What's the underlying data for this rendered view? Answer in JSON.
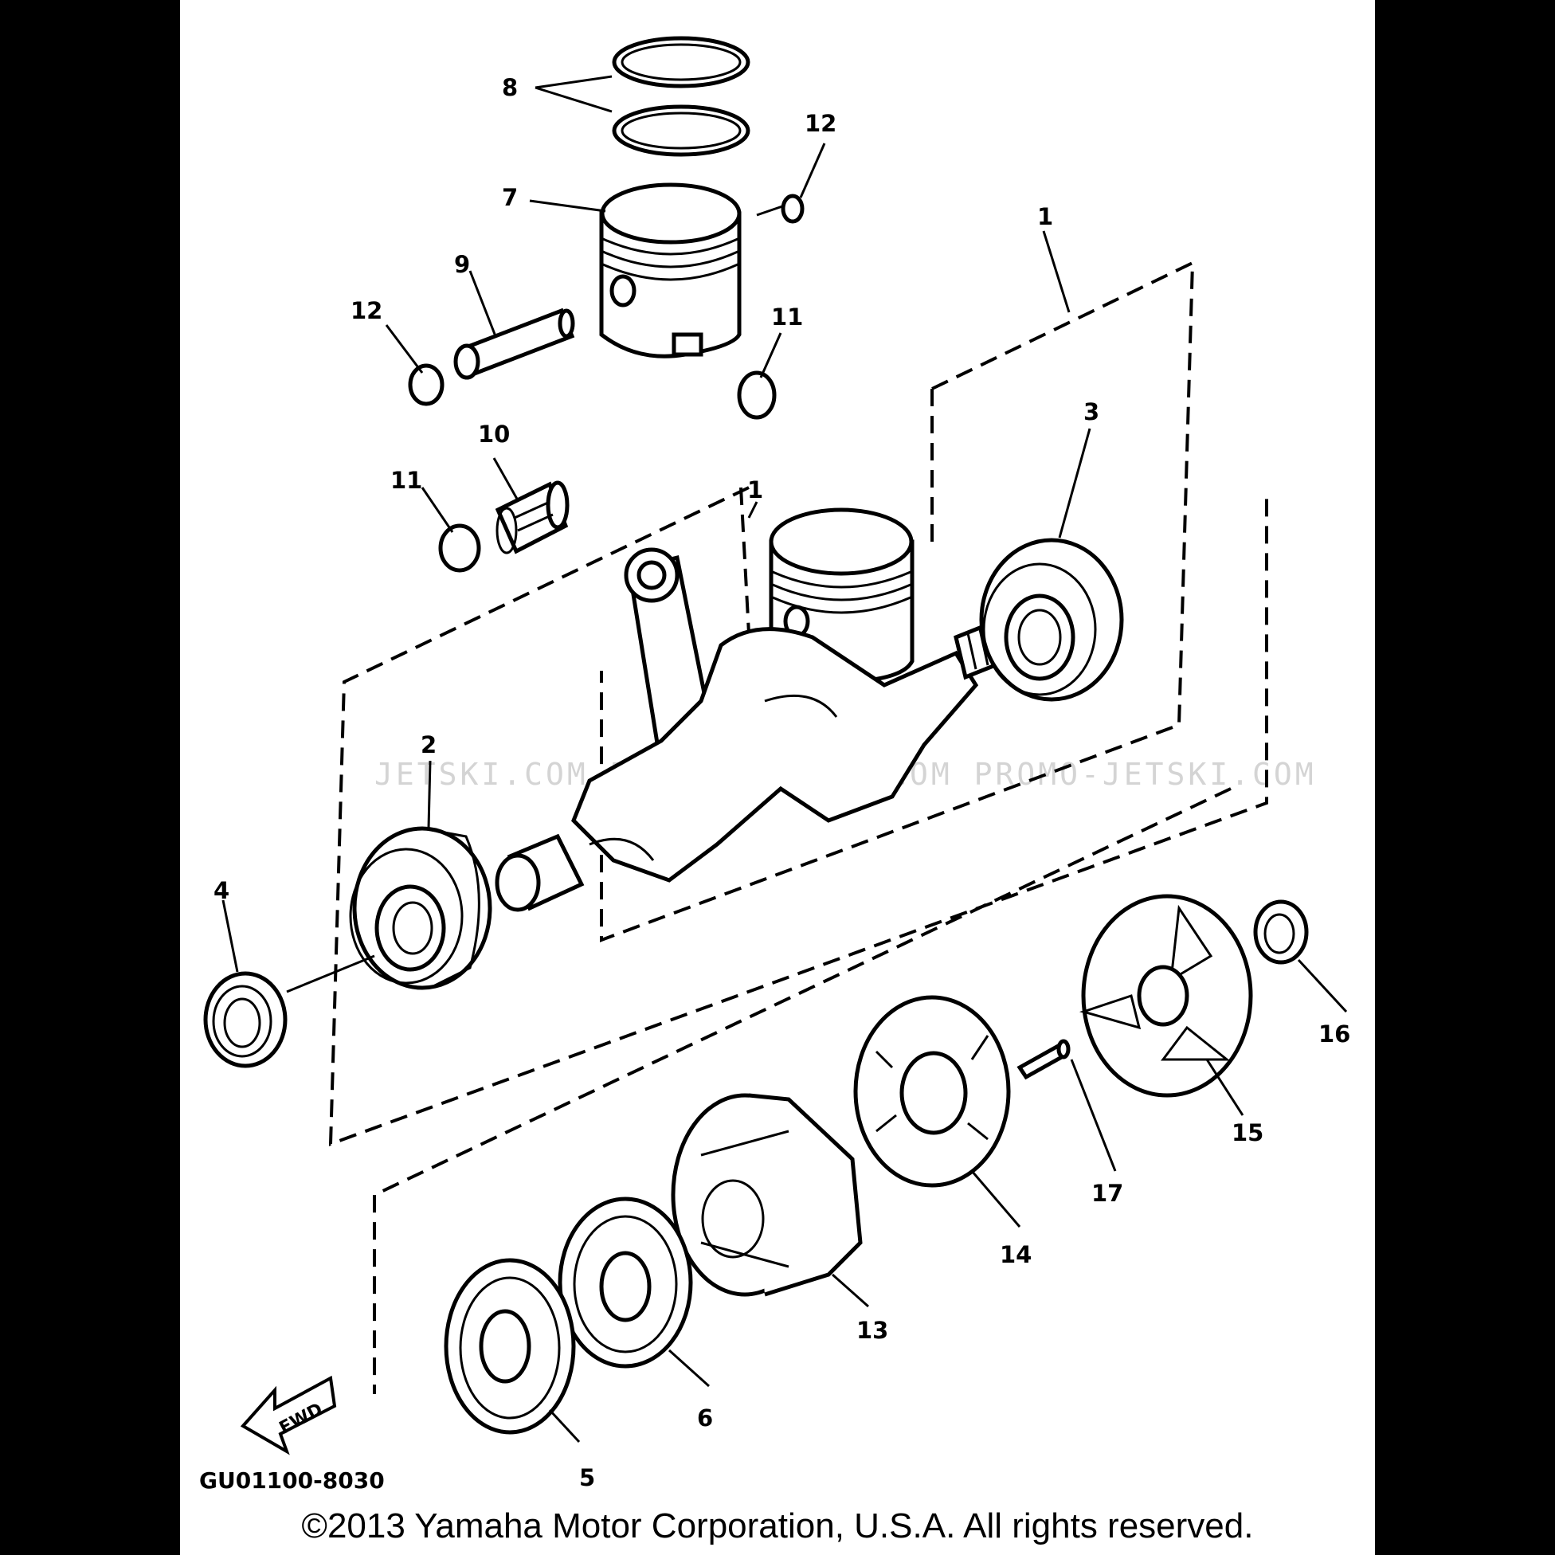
{
  "diagram": {
    "callouts": {
      "c1a": "1",
      "c1b": "1",
      "c2": "2",
      "c3": "3",
      "c4": "4",
      "c5": "5",
      "c6": "6",
      "c7": "7",
      "c8": "8",
      "c9": "9",
      "c10": "10",
      "c11a": "11",
      "c11b": "11",
      "c12a": "12",
      "c12b": "12",
      "c13": "13",
      "c14": "14",
      "c15": "15",
      "c16": "16",
      "c17": "17"
    },
    "figure_code": "GU01100-8030",
    "fwd_label": "FWD",
    "watermark": "JETSKI.COM  PROMO-JETSKI.COM  PROMO-JETSKI.COM"
  },
  "copyright": "©2013 Yamaha Motor Corporation, U.S.A. All rights reserved."
}
